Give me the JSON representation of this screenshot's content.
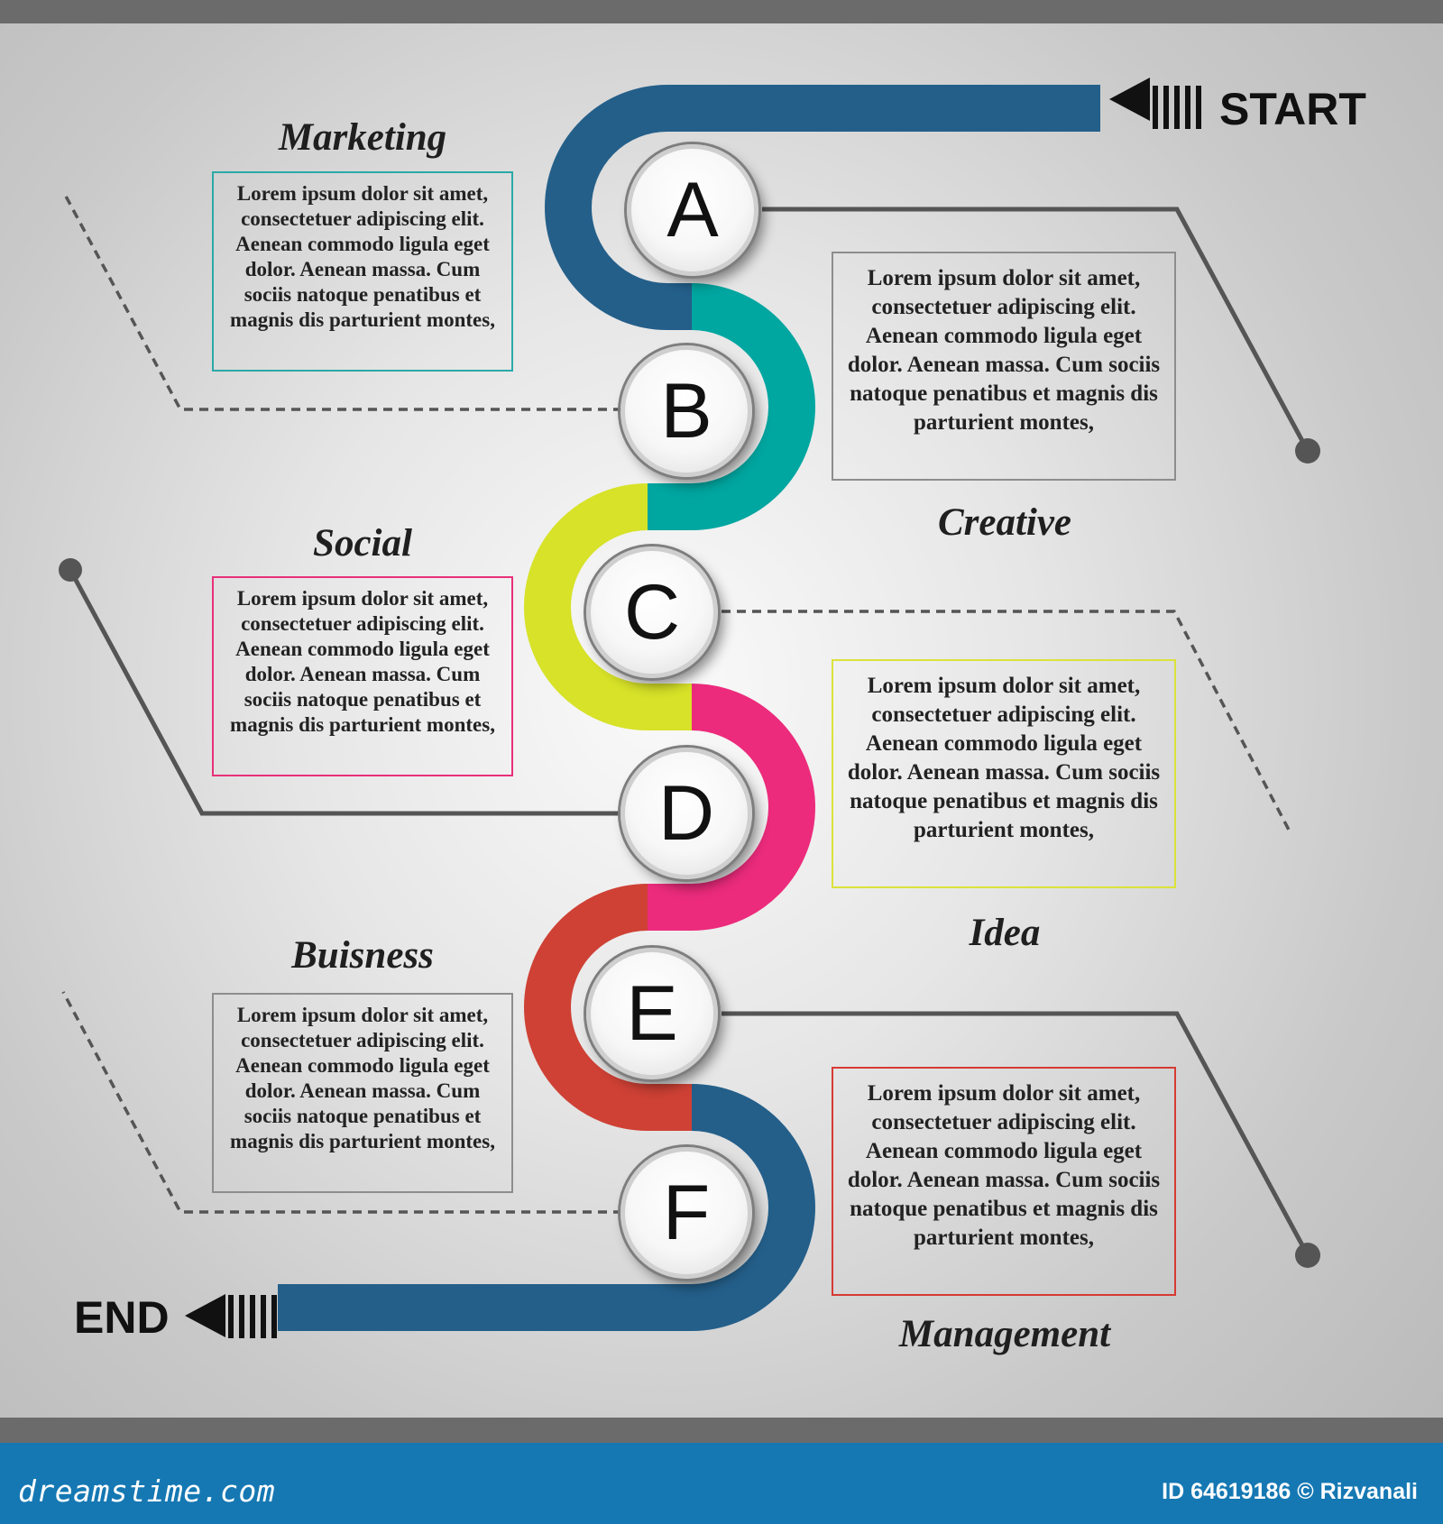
{
  "start_label": "START",
  "end_label": "END",
  "colors": {
    "navy": "#245f8a",
    "teal": "#00a6a0",
    "yellow": "#d7e228",
    "magenta": "#ec2b7c",
    "red": "#cf4135"
  },
  "steps": [
    {
      "letter": "A",
      "title": "Marketing",
      "text": "Lorem ipsum dolor sit amet, consectetuer adipiscing elit. Aenean commodo ligula eget dolor. Aenean massa. Cum sociis natoque penatibus et magnis dis parturient montes,",
      "border": "#2aa9a8"
    },
    {
      "letter": "B",
      "title": "Creative",
      "text": "Lorem ipsum dolor sit amet, consectetuer adipiscing elit. Aenean commodo ligula eget dolor. Aenean massa. Cum sociis natoque penatibus et magnis dis parturient montes,",
      "border": "#8d8d8d"
    },
    {
      "letter": "C",
      "title": "Social",
      "text": "Lorem ipsum dolor sit amet, consectetuer adipiscing elit. Aenean commodo ligula eget dolor. Aenean massa. Cum sociis natoque penatibus et magnis dis parturient montes,",
      "border": "#e8307a"
    },
    {
      "letter": "D",
      "title": "Idea",
      "text": "Lorem ipsum dolor sit amet, consectetuer adipiscing elit. Aenean commodo ligula eget dolor. Aenean massa. Cum sociis natoque penatibus et magnis dis parturient montes,",
      "border": "#dbe23a"
    },
    {
      "letter": "E",
      "title": "Buisness",
      "text": "Lorem ipsum dolor sit amet, consectetuer adipiscing elit. Aenean commodo ligula eget dolor. Aenean massa. Cum sociis natoque penatibus et magnis dis parturient montes,",
      "border": "#8d8d8d"
    },
    {
      "letter": "F",
      "title": "Management",
      "text": "Lorem ipsum dolor sit amet, consectetuer adipiscing elit. Aenean commodo ligula eget dolor. Aenean massa. Cum sociis natoque penatibus et magnis dis parturient montes,",
      "border": "#d63a33"
    }
  ],
  "footer": {
    "brand": "dreamstime.com",
    "id_text": "ID 64619186 © Rizvanali"
  }
}
